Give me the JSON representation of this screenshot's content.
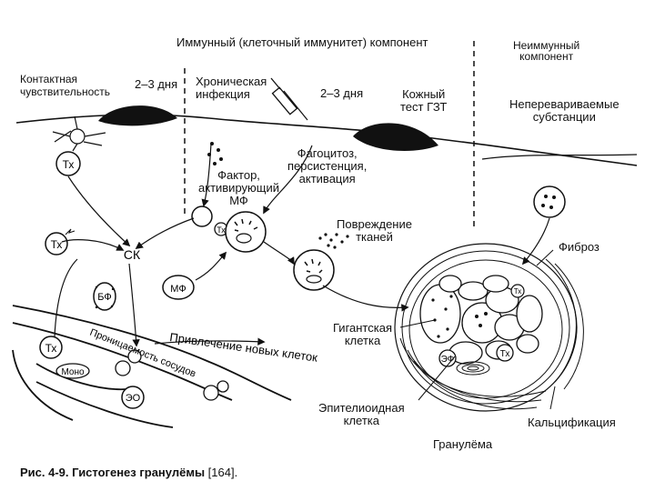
{
  "header": {
    "immune_component": "Иммунный (клеточный иммунитет) компонент",
    "nonimmune_component": "Неиммунный\nкомпонент"
  },
  "labels": {
    "contact_sensitivity": "Контактная\nчувствительность",
    "days_1": "2–3 дня",
    "chronic_infection": "Хроническая\nинфекция",
    "days_2": "2–3 дня",
    "skin_test": "Кожный\nтест ГЗТ",
    "indigestible": "Неперевариваемые\nсубстанции",
    "phagocytosis": "Фагоцитоз,\nперсистенция,\nактивация",
    "maf_factor": "Фактор,\nактивирующий\nМФ",
    "tissue_damage": "Повреждение\nтканей",
    "fibrosis": "Фиброз",
    "giant_cell": "Гигантская\nклетка",
    "epithelioid_cell": "Эпителиоидная\nклетка",
    "calcification": "Кальцификация",
    "granuloma": "Гранулёма",
    "recruitment": "Привлечение новых клеток",
    "vessel_permeability": "Проницаемость сосудов"
  },
  "cells": {
    "th": "Тх",
    "sk": "СК",
    "bf": "БФ",
    "mf": "МФ",
    "mono": "Моно",
    "eo": "ЭО",
    "ef": "ЭФ"
  },
  "caption": {
    "prefix": "Рис. 4-9.",
    "title": " Гистогенез гранулёмы",
    "ref": " [164]."
  }
}
